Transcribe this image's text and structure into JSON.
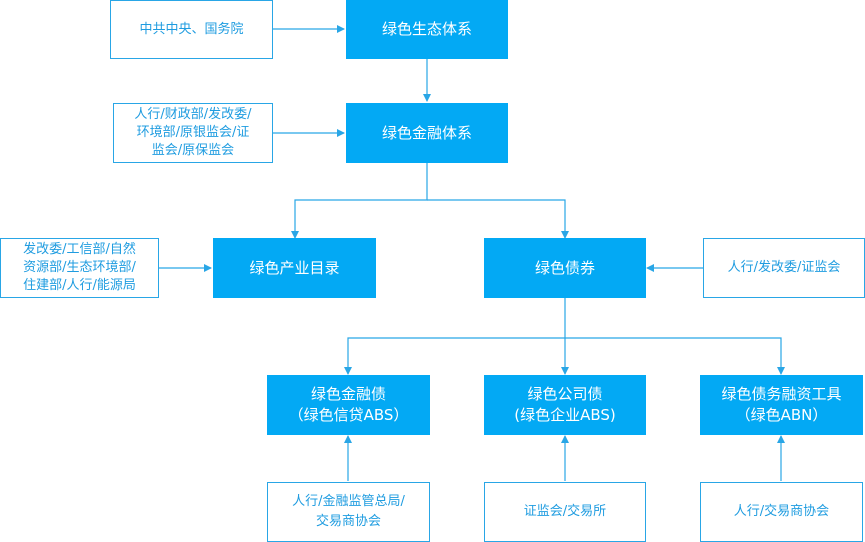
{
  "colors": {
    "primary": "#03a9f4",
    "outline": "#29a6e6",
    "outline_text": "#1f9ce0"
  },
  "nodes": {
    "green_eco_system": "绿色生态体系",
    "green_finance_system": "绿色金融体系",
    "green_industry_catalog": "绿色产业目录",
    "green_bonds": "绿色债券",
    "green_financial_bond": {
      "line1": "绿色金融债",
      "line2": "（绿色信贷ABS）"
    },
    "green_corporate_bond": {
      "line1": "绿色公司债",
      "line2": "(绿色企业ABS)"
    },
    "green_debt_financing_tool": {
      "line1": "绿色债务融资工具",
      "line2": "（绿色ABN）"
    }
  },
  "authorities": {
    "central": "中共中央、国务院",
    "finance_regulators": {
      "line1": "人行/财政部/发改委/",
      "line2": "环境部/原银监会/证",
      "line3": "监会/原保监会"
    },
    "industry_catalog": {
      "line1": "发改委/工信部/自然",
      "line2": "资源部/生态环境部/",
      "line3": "住建部/人行/能源局"
    },
    "bonds": "人行/发改委/证监会",
    "financial_bond": {
      "line1": "人行/金融监管总局/",
      "line2": "交易商协会"
    },
    "corporate_bond": "证监会/交易所",
    "debt_tool": "人行/交易商协会"
  }
}
